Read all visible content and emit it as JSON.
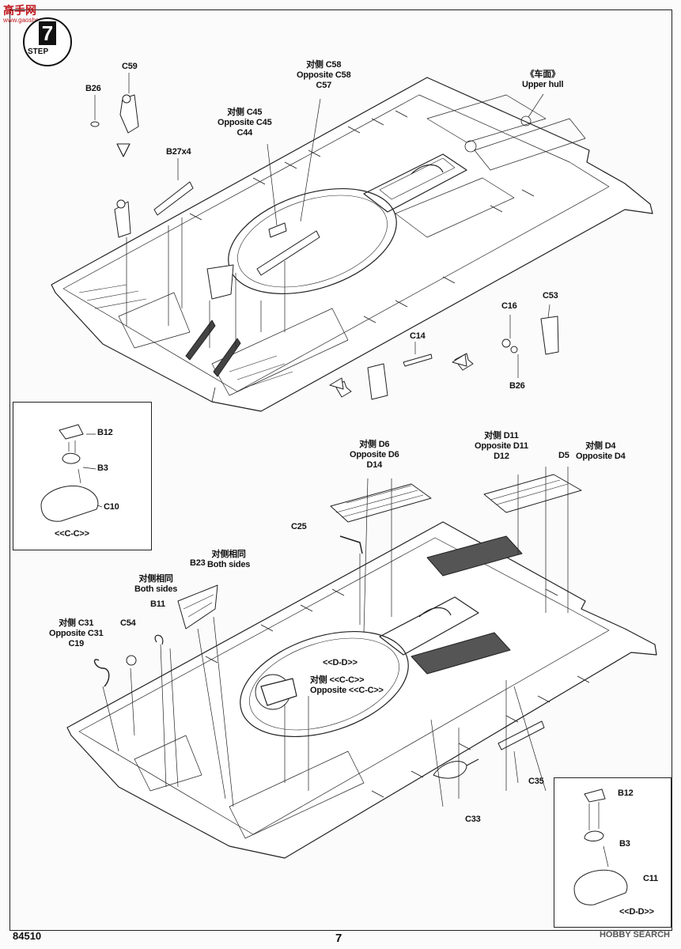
{
  "watermark": {
    "title": "高手网",
    "url": "www.gaoshou.net"
  },
  "step": {
    "number": "7",
    "word": "STEP"
  },
  "labels": {
    "c59": "C59",
    "b26a": "B26",
    "b27x4": "B27x4",
    "c45_cn": "对侧 C45",
    "c45_en": "Opposite C45",
    "c44": "C44",
    "c58_cn": "对侧 C58",
    "c58_en": "Opposite C58",
    "c57": "C57",
    "upper_hull_cn": "《车面》",
    "upper_hull_en": "Upper hull",
    "c16": "C16",
    "c53": "C53",
    "b26b": "B26",
    "c14": "C14",
    "d6_cn": "对侧 D6",
    "d6_en": "Opposite D6",
    "d14": "D14",
    "d11_cn": "对侧 D11",
    "d11_en": "Opposite D11",
    "d12": "D12",
    "d5": "D5",
    "d4_cn": "对侧 D4",
    "d4_en": "Opposite D4",
    "c25": "C25",
    "b23": "B23",
    "both_cn_a": "对侧相同",
    "both_en_a": "Both sides",
    "both_cn_b": "对侧相同",
    "both_en_b": "Both sides",
    "b11": "B11",
    "c54": "C54",
    "c31_cn": "对侧 C31",
    "c31_en": "Opposite C31",
    "c19": "C19",
    "dd_ref": "<<D-D>>",
    "cc_cn": "对侧 <<C-C>>",
    "cc_en": "Opposite <<C-C>>",
    "c35": "C35",
    "c33": "C33"
  },
  "inset_cc": {
    "b12": "B12",
    "b3": "B3",
    "c10": "C10",
    "caption": "<<C-C>>"
  },
  "inset_dd": {
    "b12": "B12",
    "b3": "B3",
    "c11": "C11",
    "caption": "<<D-D>>"
  },
  "footer": {
    "code": "84510",
    "page": "7",
    "brand": "HOBBY SEARCH"
  }
}
